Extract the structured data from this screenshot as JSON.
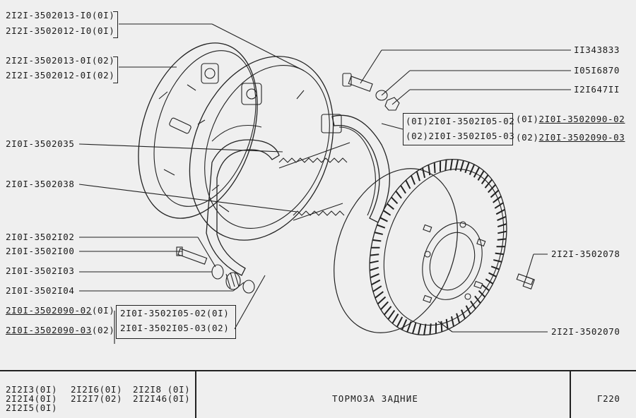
{
  "diagram": {
    "callouts": {
      "c1": "2I2I-3502013-I0(0I)",
      "c2": "2I2I-3502012-I0(0I)",
      "c3": "2I2I-3502013-0I(02)",
      "c4": "2I2I-3502012-0I(02)",
      "c5": "2I0I-3502035",
      "c6": "2I0I-3502038",
      "c7": "2I0I-3502I02",
      "c8": "2I0I-3502I00",
      "c9": "2I0I-3502I03",
      "c10": "2I0I-3502I04",
      "c11a": "2I0I-3502090-02",
      "c11b": "(0I)",
      "c12a": "2I0I-3502090-03",
      "c12b": "(02)",
      "c13": "2I0I-3502I05-02(0I)",
      "c14": "2I0I-3502I05-03(02)",
      "r1": "II343833",
      "r2": "I05I6870",
      "r3": "I2I647II",
      "r4": "(0I)2I0I-3502I05-02",
      "r5": "(02)2I0I-3502I05-03",
      "r6a": "(0I)",
      "r6b": "2I0I-3502090-02",
      "r7a": "(02)",
      "r7b": "2I0I-3502090-03",
      "r8": "2I2I-3502078",
      "r9": "2I2I-3502070"
    }
  },
  "footer": {
    "models": [
      "2I2I3(0I)",
      "2I2I6(0I)",
      "2I2I8 (0I)",
      "2I2I4(0I)",
      "2I2I7(02)",
      "2I2I46(0I)",
      "2I2I5(0I)"
    ],
    "title": "ТОРМОЗА  ЗАДНИЕ",
    "code": "Г220"
  }
}
